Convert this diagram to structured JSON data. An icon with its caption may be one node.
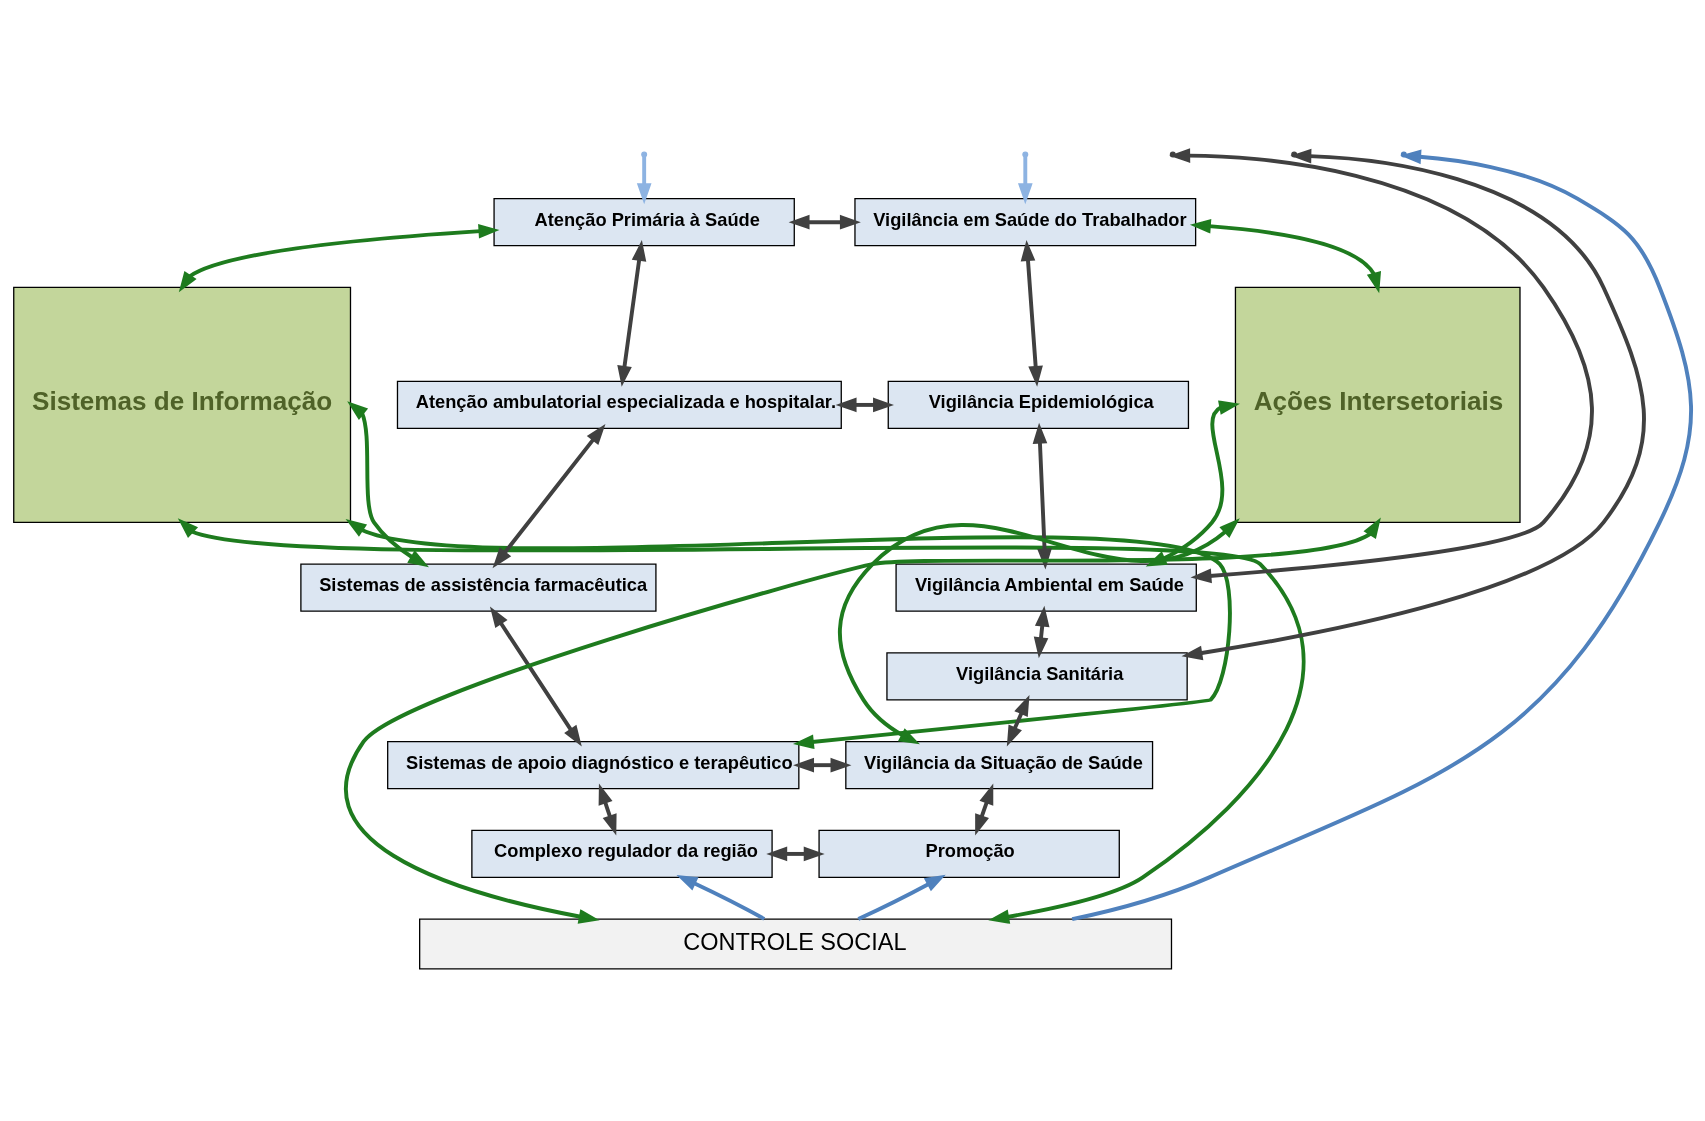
{
  "diagram": {
    "nodes": [
      {
        "text": [
          "Sistemas de Informação"
        ]
      },
      {
        "text": [
          "Ações Intersetoriais"
        ]
      },
      {
        "text": [
          "Atenção Primária à Saúde"
        ]
      },
      {
        "text": [
          "Atenção ambulatorial especializada e hospitalar."
        ]
      },
      {
        "text": [
          "Sistemas de assistência farmacêutica"
        ]
      },
      {
        "text": [
          "Sistemas de apoio diagnóstico e terapêutico"
        ]
      },
      {
        "text": [
          "Complexo regulador da região"
        ]
      },
      {
        "text": [
          "Vigilância em Saúde do Trabalhador"
        ]
      },
      {
        "text": [
          "Vigilância Epidemiológica"
        ]
      },
      {
        "text": [
          "Vigilância Ambiental em Saúde"
        ]
      },
      {
        "text": [
          "Vigilância Sanitária"
        ]
      },
      {
        "text": [
          "Vigilância da Situação de Saúde"
        ]
      },
      {
        "text": [
          "Promoção"
        ]
      },
      {
        "text": [
          "CONTROLE SOCIAL"
        ]
      }
    ],
    "edges": [
      {
        "from": null,
        "to": 2,
        "arrow": "to",
        "color": "#8db3e2"
      },
      {
        "from": null,
        "to": 7,
        "arrow": "to",
        "color": "#8db3e2"
      },
      {
        "from": 2,
        "to": 3,
        "arrow": "both"
      },
      {
        "from": 3,
        "to": 4,
        "arrow": "both"
      },
      {
        "from": 4,
        "to": 5,
        "arrow": "both"
      },
      {
        "from": 5,
        "to": 6,
        "arrow": "both"
      },
      {
        "from": 7,
        "to": 8,
        "arrow": "both"
      },
      {
        "from": 8,
        "to": 9,
        "arrow": "both"
      },
      {
        "from": 9,
        "to": 10,
        "arrow": "both"
      },
      {
        "from": 10,
        "to": 11,
        "arrow": "both"
      },
      {
        "from": 11,
        "to": 12,
        "arrow": "both"
      },
      {
        "from": 2,
        "to": 7,
        "arrow": "both"
      },
      {
        "from": 3,
        "to": 8,
        "arrow": "both"
      },
      {
        "from": null,
        "to": 9,
        "arrow": "both"
      },
      {
        "from": null,
        "to": 10,
        "arrow": "both"
      },
      {
        "from": 5,
        "to": 11,
        "arrow": "both"
      },
      {
        "from": 6,
        "to": 12,
        "arrow": "both"
      },
      {
        "from": 0,
        "to": 2,
        "arrow": "both",
        "color": "#1e7b1e"
      },
      {
        "from": 0,
        "to": 4,
        "arrow": "both",
        "color": "#1e7b1e"
      },
      {
        "from": 0,
        "to": 5,
        "arrow": "both",
        "color": "#1e7b1e"
      },
      {
        "from": 0,
        "to": 13,
        "arrow": "both",
        "color": "#1e7b1e"
      },
      {
        "from": 7,
        "to": 1,
        "arrow": "both",
        "color": "#1e7b1e"
      },
      {
        "from": 9,
        "to": 1,
        "arrow": "both",
        "color": "#1e7b1e"
      },
      {
        "from": 11,
        "to": 1,
        "arrow": "both",
        "color": "#1e7b1e"
      },
      {
        "from": 13,
        "to": 1,
        "arrow": "both",
        "color": "#1e7b1e"
      },
      {
        "from": 13,
        "to": 6,
        "arrow": "to",
        "color": "#4f81bd"
      },
      {
        "from": 13,
        "to": null,
        "arrow": "to",
        "color": "#4f81bd"
      },
      {
        "from": 13,
        "to": 12,
        "arrow": "to",
        "color": "#4f81bd"
      }
    ]
  }
}
